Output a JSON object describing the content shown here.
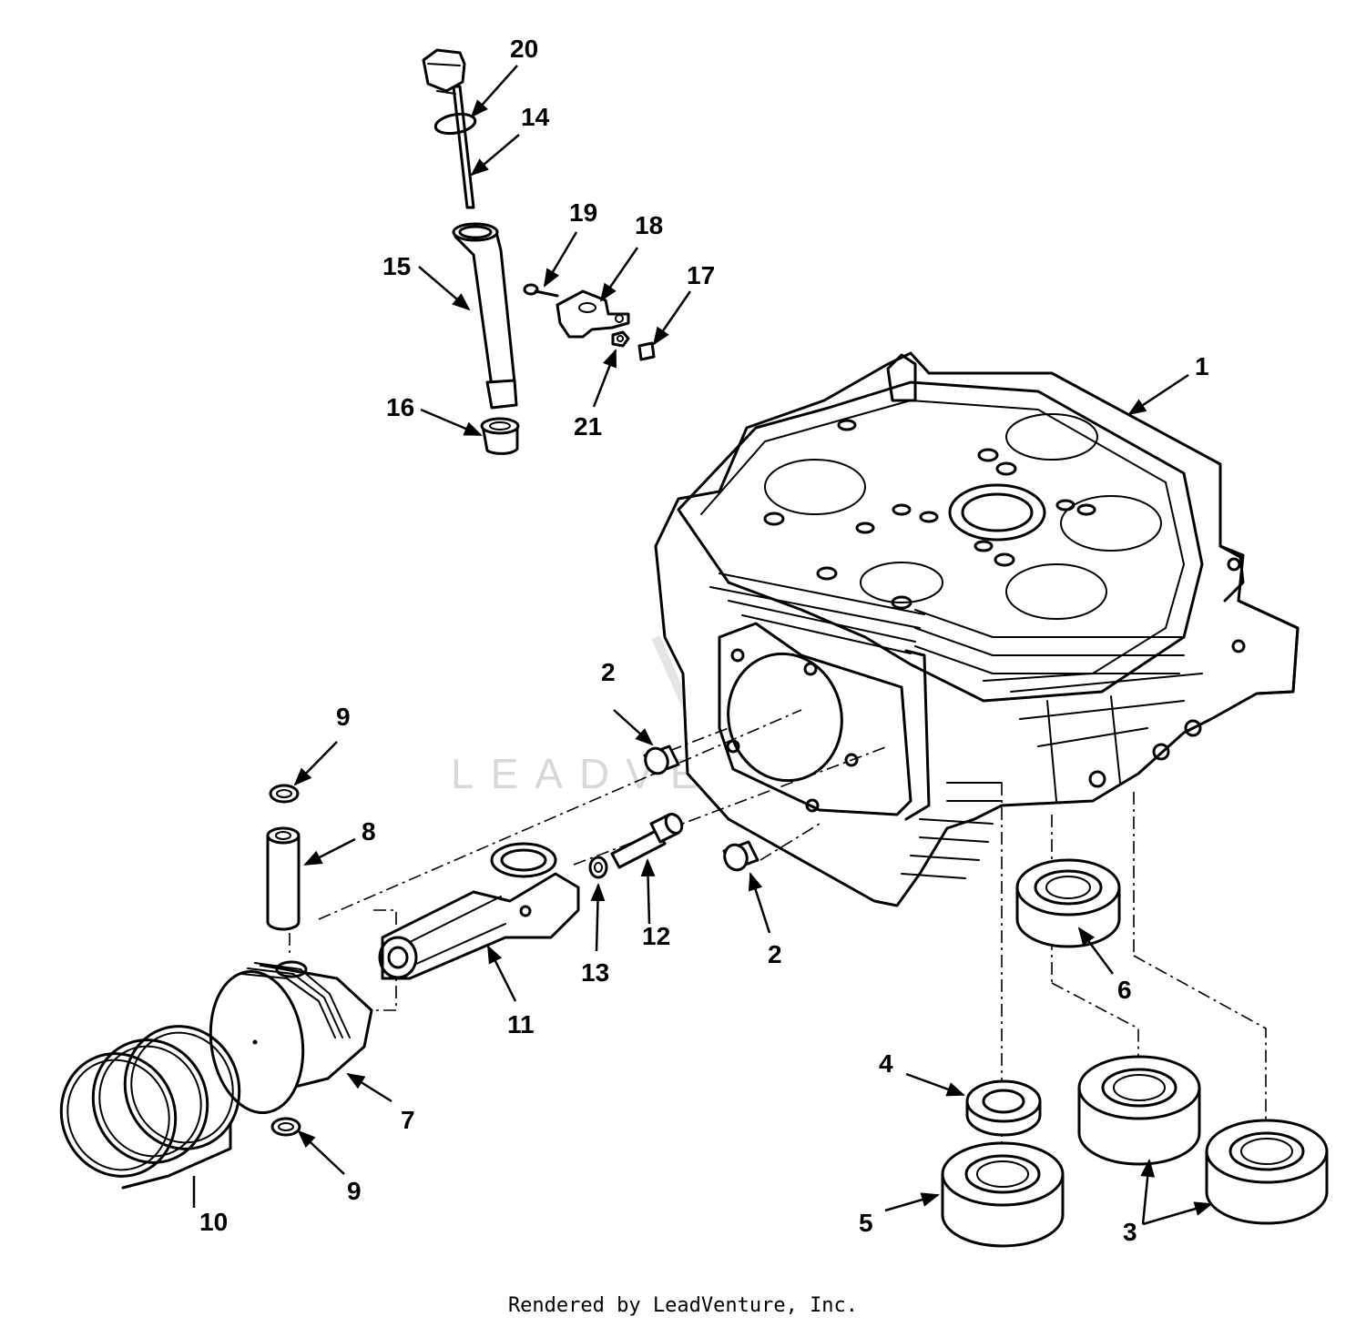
{
  "watermark": "LEADVENTURE",
  "footer": "Rendered by LeadVenture, Inc.",
  "callouts": {
    "c1": "1",
    "c2a": "2",
    "c2b": "2",
    "c3": "3",
    "c4": "4",
    "c5": "5",
    "c6": "6",
    "c7": "7",
    "c8": "8",
    "c9a": "9",
    "c9b": "9",
    "c10": "10",
    "c11": "11",
    "c12": "12",
    "c13": "13",
    "c14": "14",
    "c15": "15",
    "c16": "16",
    "c17": "17",
    "c18": "18",
    "c19": "19",
    "c20": "20",
    "c21": "21"
  }
}
